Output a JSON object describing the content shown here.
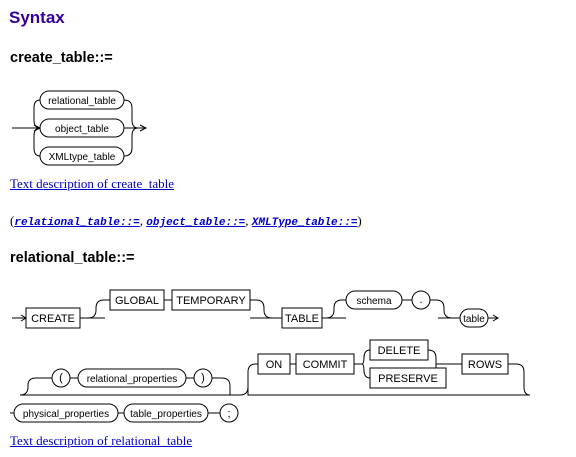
{
  "heading": "Syntax",
  "create_table": {
    "title": "create_table::=",
    "nodes": [
      "relational_table",
      "object_table",
      "XMLtype_table"
    ],
    "link": "Text description of create_table"
  },
  "refs": {
    "open": "(",
    "items": [
      "relational_table::=",
      "object_table::=",
      "XMLType_table::="
    ],
    "sep": ", ",
    "close": ")"
  },
  "relational_table": {
    "title": "relational_table::=",
    "row1": {
      "create": "CREATE",
      "global": "GLOBAL",
      "temporary": "TEMPORARY",
      "table_kw": "TABLE",
      "schema": "schema",
      "dot": ".",
      "table": "table"
    },
    "row2": {
      "lparen": "(",
      "relational_properties": "relational_properties",
      "rparen": ")",
      "on": "ON",
      "commit": "COMMIT",
      "delete": "DELETE",
      "preserve": "PRESERVE",
      "rows": "ROWS"
    },
    "row3": {
      "physical_properties": "physical_properties",
      "table_properties": "table_properties",
      "semicolon": ";"
    },
    "link": "Text description of relational_table"
  }
}
